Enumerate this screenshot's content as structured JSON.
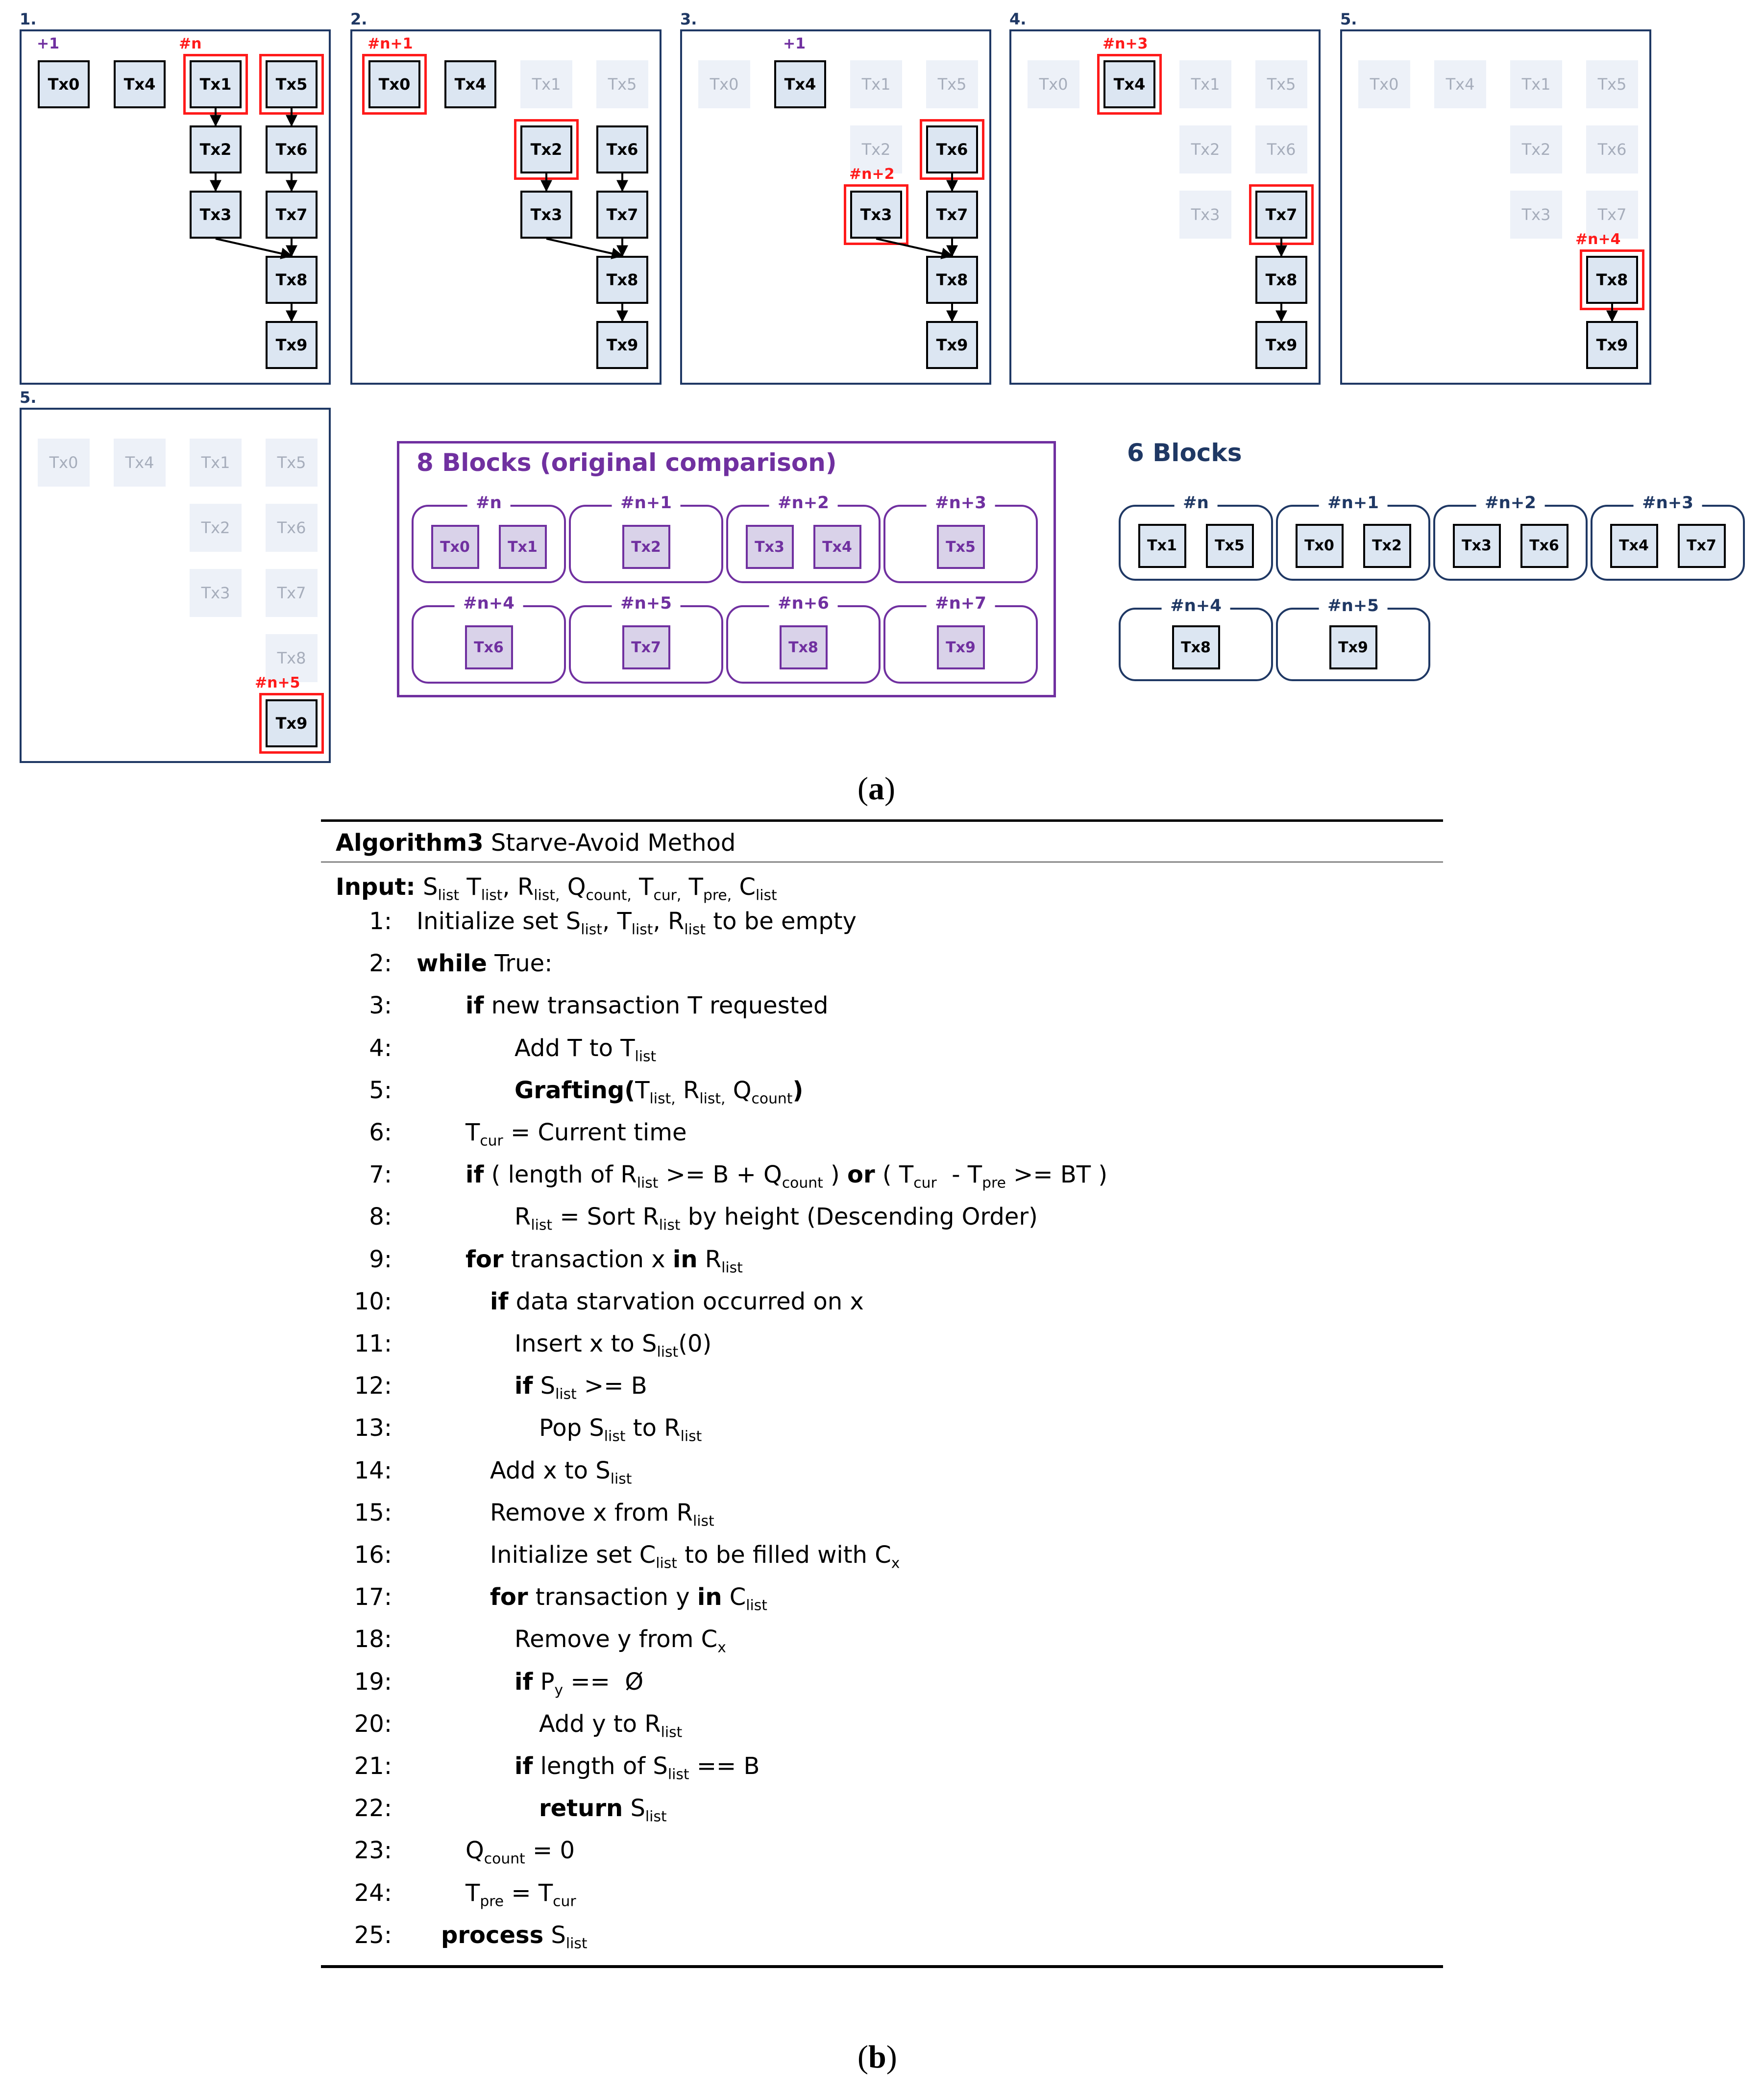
{
  "steps": [
    {
      "label": "1."
    },
    {
      "label": "2."
    },
    {
      "label": "3."
    },
    {
      "label": "4."
    },
    {
      "label": "5."
    },
    {
      "label": "5."
    }
  ],
  "tx_names": [
    "Tx0",
    "Tx1",
    "Tx2",
    "Tx3",
    "Tx4",
    "Tx5",
    "Tx6",
    "Tx7",
    "Tx8",
    "Tx9"
  ],
  "tags": {
    "s1_plus": "+1",
    "s1_n": "#n",
    "s2": "#n+1",
    "s3_plus": "+1",
    "s3": "#n+2",
    "s4": "#n+3",
    "s5": "#n+4",
    "s6": "#n+5"
  },
  "blocks8": {
    "title": "8 Blocks (original comparison)",
    "groups": [
      {
        "label": "#n",
        "txs": [
          "Tx0",
          "Tx1"
        ]
      },
      {
        "label": "#n+1",
        "txs": [
          "Tx2"
        ]
      },
      {
        "label": "#n+2",
        "txs": [
          "Tx3",
          "Tx4"
        ]
      },
      {
        "label": "#n+3",
        "txs": [
          "Tx5"
        ]
      },
      {
        "label": "#n+4",
        "txs": [
          "Tx6"
        ]
      },
      {
        "label": "#n+5",
        "txs": [
          "Tx7"
        ]
      },
      {
        "label": "#n+6",
        "txs": [
          "Tx8"
        ]
      },
      {
        "label": "#n+7",
        "txs": [
          "Tx9"
        ]
      }
    ]
  },
  "blocks6": {
    "title": "6 Blocks",
    "groups": [
      {
        "label": "#n",
        "txs": [
          "Tx1",
          "Tx5"
        ]
      },
      {
        "label": "#n+1",
        "txs": [
          "Tx0",
          "Tx2"
        ]
      },
      {
        "label": "#n+2",
        "txs": [
          "Tx3",
          "Tx6"
        ]
      },
      {
        "label": "#n+3",
        "txs": [
          "Tx4",
          "Tx7"
        ]
      },
      {
        "label": "#n+4",
        "txs": [
          "Tx8"
        ]
      },
      {
        "label": "#n+5",
        "txs": [
          "Tx9"
        ]
      }
    ]
  },
  "caption_a": "a",
  "caption_b": "b",
  "algorithm": {
    "name_bold": "Algorithm3",
    "name": "Starve-Avoid Method",
    "input_label": "Input:"
  }
}
